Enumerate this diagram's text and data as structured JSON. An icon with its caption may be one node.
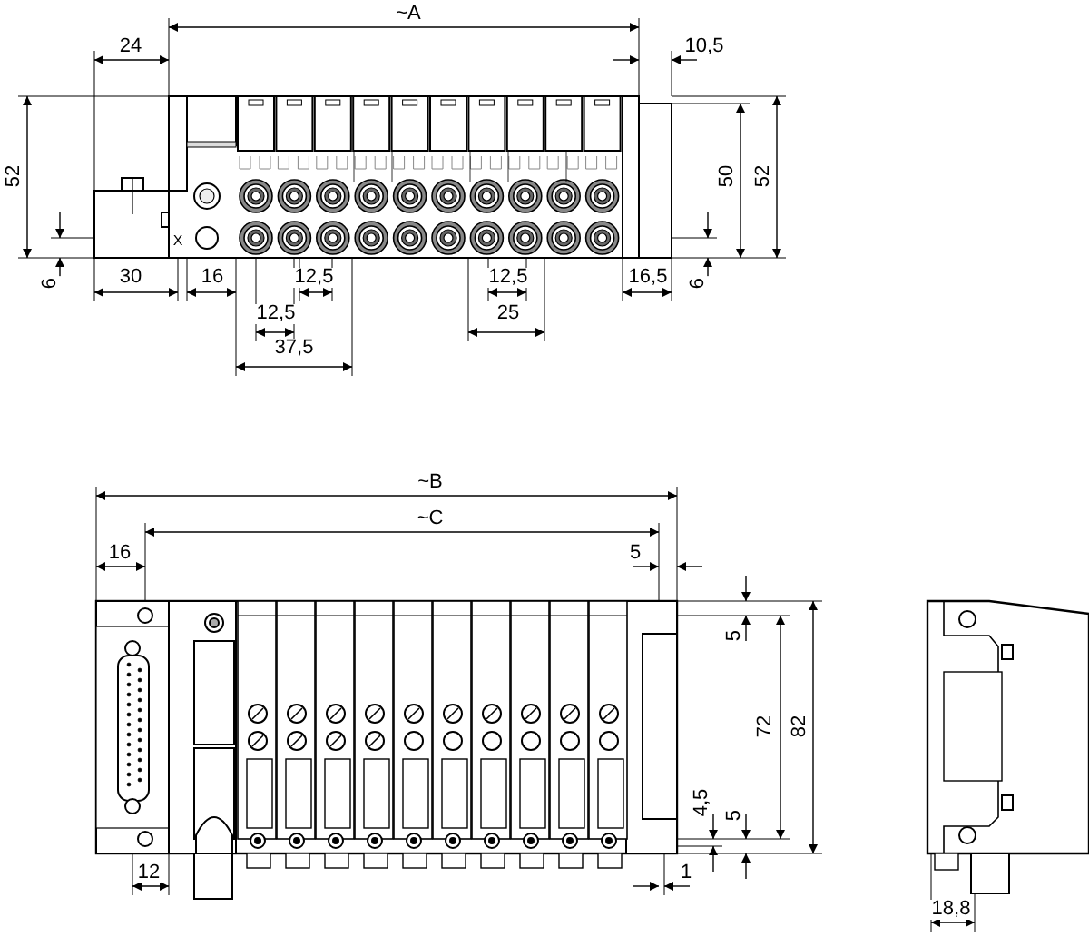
{
  "diagram": {
    "labels": [
      "~A",
      "24",
      "10,5",
      "52",
      "50",
      "52",
      "6",
      "6",
      "30",
      "16",
      "12,5",
      "12,5",
      "16,5",
      "12,5",
      "25",
      "37,5",
      "X",
      "~B",
      "~C",
      "16",
      "5",
      "5",
      "72",
      "82",
      "4,5",
      "5",
      "12",
      "1",
      "18,8"
    ]
  }
}
